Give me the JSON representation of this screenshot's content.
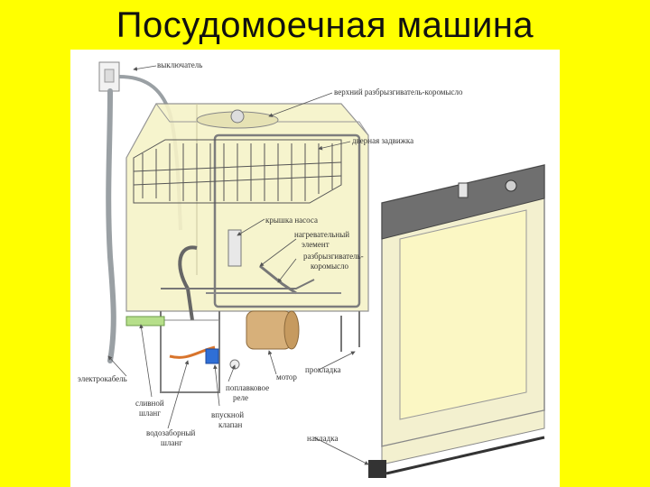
{
  "title": "Посудомоечная машина",
  "labels": {
    "switch": "выключатель",
    "top_arm": "верхний разбрызгиватель-коромысло",
    "door_latch": "дверная задвижка",
    "pump_cover": "крышка насоса",
    "heater_1": "нагревательный",
    "heater_2": "элемент",
    "spray_arm_1": "разбрызгиватель-",
    "spray_arm_2": "коромысло",
    "cable": "электрокабель",
    "drain_1": "сливной",
    "drain_2": "шланг",
    "intake_1": "водозаборный",
    "intake_2": "шланг",
    "float_1": "поплавковое",
    "float_2": "реле",
    "valve_1": "впускной",
    "valve_2": "клапан",
    "motor": "мотор",
    "gasket": "прокладка",
    "trim": "накладка"
  },
  "colors": {
    "background": "#ffff00",
    "panel": "#ffffff",
    "tub": "#f6f3c8",
    "door_panel": "#fbf7c4",
    "control_strip": "#6f6f6f",
    "hose": "#9aa0a4",
    "motor": "#d7b07a",
    "valve": "#2f6fd6",
    "pipe_green": "#b6df8a",
    "wire_orange": "#d8742c"
  }
}
